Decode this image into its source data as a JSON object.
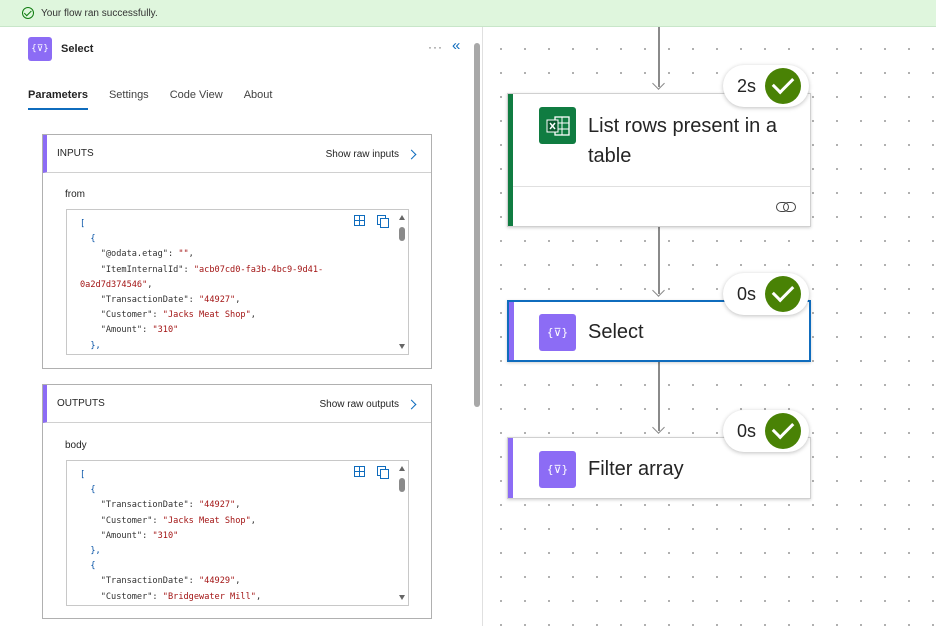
{
  "banner": {
    "text": "Your flow ran successfully."
  },
  "panel": {
    "title": "Select",
    "icon_glyph": "{⊽}",
    "more_glyph": "···",
    "collapse_glyph": "«",
    "tabs": [
      {
        "label": "Parameters",
        "active": true
      },
      {
        "label": "Settings",
        "active": false
      },
      {
        "label": "Code View",
        "active": false
      },
      {
        "label": "About",
        "active": false
      }
    ],
    "inputs": {
      "header": "INPUTS",
      "raw_link": "Show raw inputs",
      "field_label": "from",
      "code_lines": [
        [
          [
            "p",
            "["
          ]
        ],
        [
          [
            "p",
            "  {"
          ]
        ],
        [
          [
            "k",
            "    \"@odata.etag\": "
          ],
          [
            "s",
            "\"\""
          ],
          [
            "k",
            ","
          ]
        ],
        [
          [
            "k",
            "    \"ItemInternalId\": "
          ],
          [
            "s",
            "\"acb07cd0-fa3b-4bc9-9d41-"
          ]
        ],
        [
          [
            "s",
            "0a2d7d374546\""
          ],
          [
            "k",
            ","
          ]
        ],
        [
          [
            "k",
            "    \"TransactionDate\": "
          ],
          [
            "s",
            "\"44927\""
          ],
          [
            "k",
            ","
          ]
        ],
        [
          [
            "k",
            "    \"Customer\": "
          ],
          [
            "s",
            "\"Jacks Meat Shop\""
          ],
          [
            "k",
            ","
          ]
        ],
        [
          [
            "k",
            "    \"Amount\": "
          ],
          [
            "s",
            "\"310\""
          ]
        ],
        [
          [
            "p",
            "  },"
          ]
        ]
      ]
    },
    "outputs": {
      "header": "OUTPUTS",
      "raw_link": "Show raw outputs",
      "field_label": "body",
      "code_lines": [
        [
          [
            "p",
            "["
          ]
        ],
        [
          [
            "p",
            "  {"
          ]
        ],
        [
          [
            "k",
            "    \"TransactionDate\": "
          ],
          [
            "s",
            "\"44927\""
          ],
          [
            "k",
            ","
          ]
        ],
        [
          [
            "k",
            "    \"Customer\": "
          ],
          [
            "s",
            "\"Jacks Meat Shop\""
          ],
          [
            "k",
            ","
          ]
        ],
        [
          [
            "k",
            "    \"Amount\": "
          ],
          [
            "s",
            "\"310\""
          ]
        ],
        [
          [
            "p",
            "  },"
          ]
        ],
        [
          [
            "p",
            "  {"
          ]
        ],
        [
          [
            "k",
            "    \"TransactionDate\": "
          ],
          [
            "s",
            "\"44929\""
          ],
          [
            "k",
            ","
          ]
        ],
        [
          [
            "k",
            "    \"Customer\": "
          ],
          [
            "s",
            "\"Bridgewater Mill\""
          ],
          [
            "k",
            ","
          ]
        ]
      ]
    }
  },
  "canvas": {
    "nodes": [
      {
        "title": "List rows present in a table",
        "duration": "2s",
        "icon": "excel-icon",
        "bar_color": "#107c41",
        "icon_color": "#107c41",
        "selected": false
      },
      {
        "title": "Select",
        "duration": "0s",
        "icon": "select-data-icon",
        "bar_color": "#8c6cf5",
        "icon_color": "#8c6cf5",
        "selected": true
      },
      {
        "title": "Filter array",
        "duration": "0s",
        "icon": "filter-array-icon",
        "bar_color": "#8c6cf5",
        "icon_color": "#8c6cf5",
        "selected": false
      }
    ]
  },
  "colors": {
    "accent": "#0f6cbd",
    "success": "#498205",
    "data_operation": "#8c6cf5",
    "excel": "#107c41",
    "banner_bg": "#dff6dd"
  }
}
